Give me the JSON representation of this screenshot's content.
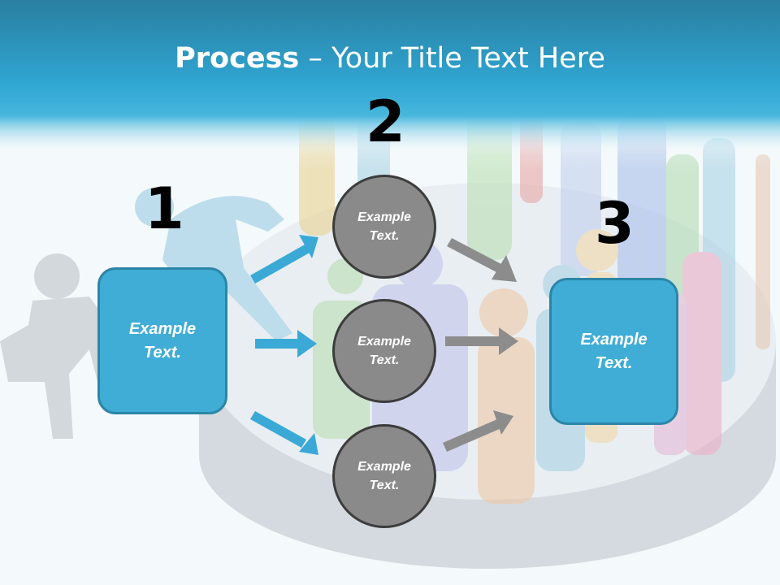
{
  "title": {
    "bold": "Process",
    "rest": " – Your Title Text Here"
  },
  "steps": [
    {
      "number": "1",
      "text_line1": "Example",
      "text_line2": "Text."
    },
    {
      "number": "2"
    },
    {
      "number": "3",
      "text_line1": "Example",
      "text_line2": "Text."
    }
  ],
  "circles": [
    {
      "text_line1": "Example",
      "text_line2": "Text."
    },
    {
      "text_line1": "Example",
      "text_line2": "Text."
    },
    {
      "text_line1": "Example",
      "text_line2": "Text."
    }
  ],
  "colors": {
    "header": "#2a9cc6",
    "box": "#3fadd6",
    "box_border": "#2c85a6",
    "circle": "#8a8a8a",
    "blue_arrow": "#3aa9d6",
    "gray_arrow": "#8c8c8c"
  }
}
